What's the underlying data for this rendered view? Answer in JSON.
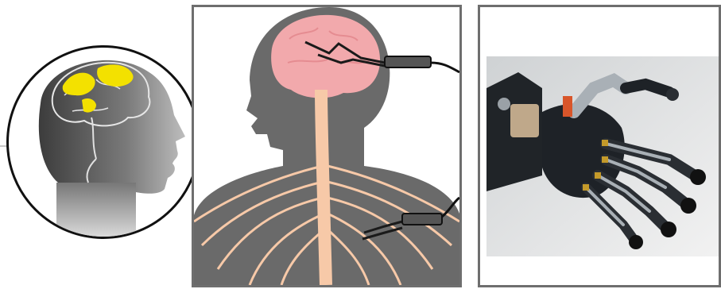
{
  "figure": {
    "panels": [
      {
        "id": "brain-head",
        "icon": "head-with-brain-icon"
      },
      {
        "id": "nervous-system",
        "icon": "nervous-system-icon"
      },
      {
        "id": "robotic-hand",
        "icon": "robotic-hand-icon"
      }
    ],
    "colors": {
      "brain_highlight": "#f3e100",
      "skin_gray": "#6a6a6a",
      "brain_pink": "#f2a9ac",
      "nerve_peach": "#f7c9a8",
      "hand_dark": "#1e2227",
      "metal": "#a9b0b6",
      "panel_border": "#6e6e6e"
    }
  }
}
